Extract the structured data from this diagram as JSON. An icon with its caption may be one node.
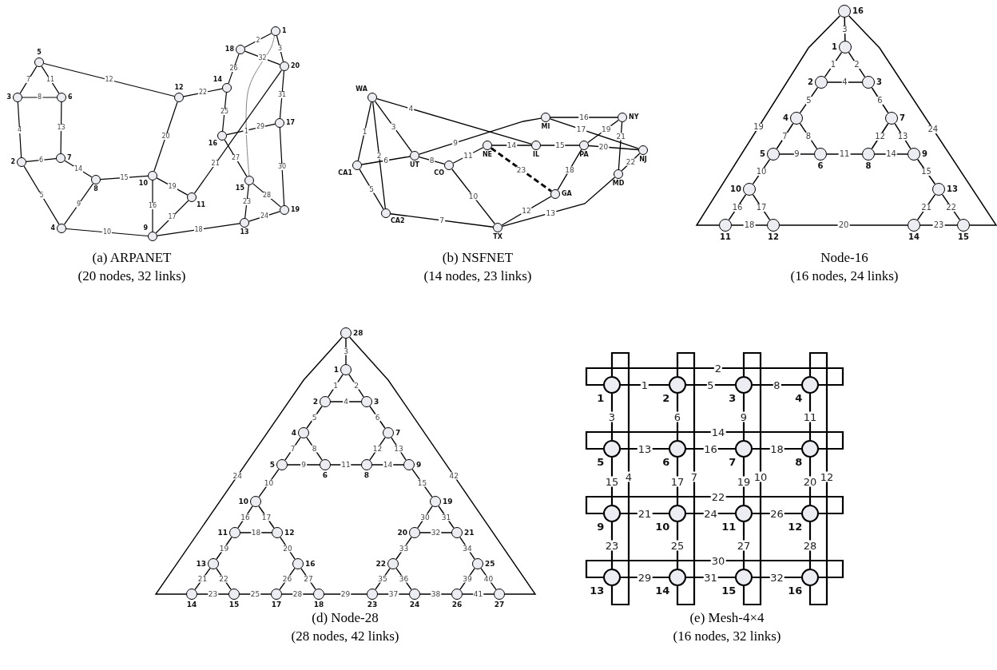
{
  "diagram": {
    "nodes": [
      {
        "text": [
          "1"
        ]
      },
      {
        "text": [
          "2"
        ]
      },
      {
        "text": [
          "3"
        ]
      },
      {
        "text": [
          "4"
        ]
      },
      {
        "text": [
          "5"
        ]
      },
      {
        "text": [
          "6"
        ]
      },
      {
        "text": [
          "7"
        ]
      },
      {
        "text": [
          "8"
        ]
      },
      {
        "text": [
          "9"
        ]
      },
      {
        "text": [
          "10"
        ]
      },
      {
        "text": [
          "11"
        ]
      },
      {
        "text": [
          "12"
        ]
      },
      {
        "text": [
          "13"
        ]
      },
      {
        "text": [
          "14"
        ]
      },
      {
        "text": [
          "15"
        ]
      },
      {
        "text": [
          "16"
        ]
      },
      {
        "text": [
          "17"
        ]
      },
      {
        "text": [
          "18"
        ]
      },
      {
        "text": [
          "19"
        ]
      },
      {
        "text": [
          "20"
        ]
      },
      {
        "text": [
          "WA"
        ]
      },
      {
        "text": [
          "CA1"
        ]
      },
      {
        "text": [
          "CA2"
        ]
      },
      {
        "text": [
          "UT"
        ]
      },
      {
        "text": [
          "CO"
        ]
      },
      {
        "text": [
          "NE"
        ]
      },
      {
        "text": [
          "IL"
        ]
      },
      {
        "text": [
          "MI"
        ]
      },
      {
        "text": [
          "TX"
        ]
      },
      {
        "text": [
          "GA"
        ]
      },
      {
        "text": [
          "PA"
        ]
      },
      {
        "text": [
          "NY"
        ]
      },
      {
        "text": [
          "MD"
        ]
      },
      {
        "text": [
          "NJ"
        ]
      },
      {
        "text": [
          "1"
        ]
      },
      {
        "text": [
          "2"
        ]
      },
      {
        "text": [
          "3"
        ]
      },
      {
        "text": [
          "4"
        ]
      },
      {
        "text": [
          "5"
        ]
      },
      {
        "text": [
          "6"
        ]
      },
      {
        "text": [
          "7"
        ]
      },
      {
        "text": [
          "8"
        ]
      },
      {
        "text": [
          "9"
        ]
      },
      {
        "text": [
          "10"
        ]
      },
      {
        "text": [
          "11"
        ]
      },
      {
        "text": [
          "12"
        ]
      },
      {
        "text": [
          "13"
        ]
      },
      {
        "text": [
          "14"
        ]
      },
      {
        "text": [
          "15"
        ]
      },
      {
        "text": [
          "16"
        ]
      },
      {
        "text": [
          "1"
        ]
      },
      {
        "text": [
          "2"
        ]
      },
      {
        "text": [
          "3"
        ]
      },
      {
        "text": [
          "4"
        ]
      },
      {
        "text": [
          "5"
        ]
      },
      {
        "text": [
          "6"
        ]
      },
      {
        "text": [
          "7"
        ]
      },
      {
        "text": [
          "8"
        ]
      },
      {
        "text": [
          "9"
        ]
      },
      {
        "text": [
          "10"
        ]
      },
      {
        "text": [
          "11"
        ]
      },
      {
        "text": [
          "12"
        ]
      },
      {
        "text": [
          "13"
        ]
      },
      {
        "text": [
          "14"
        ]
      },
      {
        "text": [
          "15"
        ]
      },
      {
        "text": [
          "16"
        ]
      },
      {
        "text": [
          "17"
        ]
      },
      {
        "text": [
          "18"
        ]
      },
      {
        "text": [
          "19"
        ]
      },
      {
        "text": [
          "20"
        ]
      },
      {
        "text": [
          "21"
        ]
      },
      {
        "text": [
          "22"
        ]
      },
      {
        "text": [
          "23"
        ]
      },
      {
        "text": [
          "24"
        ]
      },
      {
        "text": [
          "25"
        ]
      },
      {
        "text": [
          "26"
        ]
      },
      {
        "text": [
          "27"
        ]
      },
      {
        "text": [
          "28"
        ]
      },
      {
        "text": [
          "1"
        ]
      },
      {
        "text": [
          "2"
        ]
      },
      {
        "text": [
          "3"
        ]
      },
      {
        "text": [
          "4"
        ]
      },
      {
        "text": [
          "5"
        ]
      },
      {
        "text": [
          "6"
        ]
      },
      {
        "text": [
          "7"
        ]
      },
      {
        "text": [
          "8"
        ]
      },
      {
        "text": [
          "9"
        ]
      },
      {
        "text": [
          "10"
        ]
      },
      {
        "text": [
          "11"
        ]
      },
      {
        "text": [
          "12"
        ]
      },
      {
        "text": [
          "13"
        ]
      },
      {
        "text": [
          "14"
        ]
      },
      {
        "text": [
          "15"
        ]
      },
      {
        "text": [
          "16"
        ]
      }
    ],
    "edges": [
      {
        "from": 0,
        "to": 14,
        "arrow": "none",
        "label": "1",
        "color": "#808080"
      },
      {
        "from": 17,
        "to": 0,
        "arrow": "none",
        "label": "2"
      },
      {
        "from": 0,
        "to": 19,
        "arrow": "none",
        "label": "3"
      },
      {
        "from": 2,
        "to": 1,
        "arrow": "none",
        "label": "4"
      },
      {
        "from": 1,
        "to": 3,
        "arrow": "none",
        "label": "5"
      },
      {
        "from": 1,
        "to": 6,
        "arrow": "none",
        "label": "6"
      },
      {
        "from": 4,
        "to": 2,
        "arrow": "none",
        "label": "7"
      },
      {
        "from": 2,
        "to": 5,
        "arrow": "none",
        "label": "8"
      },
      {
        "from": 3,
        "to": 7,
        "arrow": "none",
        "label": "9"
      },
      {
        "from": 3,
        "to": 8,
        "arrow": "none",
        "label": "10"
      },
      {
        "from": 4,
        "to": 5,
        "arrow": "none",
        "label": "11"
      },
      {
        "from": 4,
        "to": 11,
        "arrow": "none",
        "label": "12"
      },
      {
        "from": 5,
        "to": 6,
        "arrow": "none",
        "label": "13"
      },
      {
        "from": 6,
        "to": 7,
        "arrow": "none",
        "label": "14"
      },
      {
        "from": 7,
        "to": 9,
        "arrow": "none",
        "label": "15"
      },
      {
        "from": 9,
        "to": 8,
        "arrow": "none",
        "label": "16"
      },
      {
        "from": 8,
        "to": 10,
        "arrow": "none",
        "label": "17"
      },
      {
        "from": 8,
        "to": 12,
        "arrow": "none",
        "label": "18"
      },
      {
        "from": 9,
        "to": 10,
        "arrow": "none",
        "label": "19"
      },
      {
        "from": 11,
        "to": 9,
        "arrow": "none",
        "label": "20"
      },
      {
        "from": 10,
        "to": 19,
        "arrow": "none",
        "label": "21"
      },
      {
        "from": 11,
        "to": 13,
        "arrow": "none",
        "label": "22"
      },
      {
        "from": 14,
        "to": 12,
        "arrow": "none",
        "label": "23"
      },
      {
        "from": 12,
        "to": 18,
        "arrow": "none",
        "label": "24"
      },
      {
        "from": 13,
        "to": 15,
        "arrow": "none",
        "label": "25"
      },
      {
        "from": 17,
        "to": 13,
        "arrow": "none",
        "label": "26"
      },
      {
        "from": 15,
        "to": 14,
        "arrow": "none",
        "label": "27"
      },
      {
        "from": 14,
        "to": 18,
        "arrow": "none",
        "label": "28"
      },
      {
        "from": 15,
        "to": 16,
        "arrow": "none",
        "label": "29"
      },
      {
        "from": 16,
        "to": 18,
        "arrow": "none",
        "label": "30"
      },
      {
        "from": 19,
        "to": 16,
        "arrow": "none",
        "label": "31"
      },
      {
        "from": 17,
        "to": 19,
        "arrow": "none",
        "label": "32"
      },
      {
        "from": 20,
        "to": 21,
        "arrow": "none",
        "label": "1"
      },
      {
        "from": 20,
        "to": 22,
        "arrow": "none",
        "label": "2"
      },
      {
        "from": 20,
        "to": 23,
        "arrow": "none",
        "label": "3"
      },
      {
        "from": 20,
        "to": 26,
        "arrow": "none",
        "label": "4"
      },
      {
        "from": 21,
        "to": 22,
        "arrow": "none",
        "label": "5"
      },
      {
        "from": 21,
        "to": 23,
        "arrow": "none",
        "label": "6"
      },
      {
        "from": 22,
        "to": 28,
        "arrow": "none",
        "label": "7"
      },
      {
        "from": 23,
        "to": 24,
        "arrow": "none",
        "label": "8"
      },
      {
        "from": 23,
        "to": 27,
        "arrow": "none",
        "label": "9"
      },
      {
        "from": 24,
        "to": 28,
        "arrow": "none",
        "label": "10"
      },
      {
        "from": 24,
        "to": 25,
        "arrow": "none",
        "label": "11"
      },
      {
        "from": 28,
        "to": 29,
        "arrow": "none",
        "label": "12"
      },
      {
        "from": 28,
        "to": 32,
        "arrow": "none",
        "label": "13"
      },
      {
        "from": 25,
        "to": 26,
        "arrow": "none",
        "label": "14"
      },
      {
        "from": 26,
        "to": 30,
        "arrow": "none",
        "label": "15"
      },
      {
        "from": 27,
        "to": 31,
        "arrow": "none",
        "label": "16"
      },
      {
        "from": 27,
        "to": 33,
        "arrow": "none",
        "label": "17"
      },
      {
        "from": 29,
        "to": 30,
        "arrow": "none",
        "label": "18"
      },
      {
        "from": 30,
        "to": 31,
        "arrow": "none",
        "label": "19"
      },
      {
        "from": 30,
        "to": 33,
        "arrow": "none",
        "label": "20"
      },
      {
        "from": 31,
        "to": 32,
        "arrow": "none",
        "label": "21"
      },
      {
        "from": 32,
        "to": 33,
        "arrow": "none",
        "label": "22"
      },
      {
        "from": 25,
        "to": 29,
        "arrow": "none",
        "label": "23",
        "style": "dashed"
      },
      {
        "from": 34,
        "to": 35,
        "arrow": "none",
        "label": "1"
      },
      {
        "from": 34,
        "to": 36,
        "arrow": "none",
        "label": "2"
      },
      {
        "from": 49,
        "to": 34,
        "arrow": "none",
        "label": "3"
      },
      {
        "from": 35,
        "to": 36,
        "arrow": "none",
        "label": "4"
      },
      {
        "from": 35,
        "to": 37,
        "arrow": "none",
        "label": "5"
      },
      {
        "from": 36,
        "to": 40,
        "arrow": "none",
        "label": "6"
      },
      {
        "from": 37,
        "to": 38,
        "arrow": "none",
        "label": "7"
      },
      {
        "from": 37,
        "to": 39,
        "arrow": "none",
        "label": "8"
      },
      {
        "from": 38,
        "to": 39,
        "arrow": "none",
        "label": "9"
      },
      {
        "from": 38,
        "to": 43,
        "arrow": "none",
        "label": "10"
      },
      {
        "from": 39,
        "to": 41,
        "arrow": "none",
        "label": "11"
      },
      {
        "from": 40,
        "to": 41,
        "arrow": "none",
        "label": "12"
      },
      {
        "from": 40,
        "to": 42,
        "arrow": "none",
        "label": "13"
      },
      {
        "from": 41,
        "to": 42,
        "arrow": "none",
        "label": "14"
      },
      {
        "from": 42,
        "to": 46,
        "arrow": "none",
        "label": "15"
      },
      {
        "from": 43,
        "to": 44,
        "arrow": "none",
        "label": "16"
      },
      {
        "from": 43,
        "to": 45,
        "arrow": "none",
        "label": "17"
      },
      {
        "from": 44,
        "to": 45,
        "arrow": "none",
        "label": "18"
      },
      {
        "from": 49,
        "to": 44,
        "arrow": "none",
        "label": "19"
      },
      {
        "from": 45,
        "to": 47,
        "arrow": "none",
        "label": "20"
      },
      {
        "from": 46,
        "to": 47,
        "arrow": "none",
        "label": "21"
      },
      {
        "from": 46,
        "to": 48,
        "arrow": "none",
        "label": "22"
      },
      {
        "from": 47,
        "to": 48,
        "arrow": "none",
        "label": "23"
      },
      {
        "from": 49,
        "to": 48,
        "arrow": "none",
        "label": "24"
      },
      {
        "from": 50,
        "to": 51,
        "arrow": "none",
        "label": "1"
      },
      {
        "from": 50,
        "to": 52,
        "arrow": "none",
        "label": "2"
      },
      {
        "from": 77,
        "to": 50,
        "arrow": "none",
        "label": "3"
      },
      {
        "from": 51,
        "to": 52,
        "arrow": "none",
        "label": "4"
      },
      {
        "from": 51,
        "to": 53,
        "arrow": "none",
        "label": "5"
      },
      {
        "from": 52,
        "to": 56,
        "arrow": "none",
        "label": "6"
      },
      {
        "from": 53,
        "to": 54,
        "arrow": "none",
        "label": "7"
      },
      {
        "from": 53,
        "to": 55,
        "arrow": "none",
        "label": "8"
      },
      {
        "from": 54,
        "to": 55,
        "arrow": "none",
        "label": "9"
      },
      {
        "from": 54,
        "to": 59,
        "arrow": "none",
        "label": "10"
      },
      {
        "from": 55,
        "to": 57,
        "arrow": "none",
        "label": "11"
      },
      {
        "from": 56,
        "to": 57,
        "arrow": "none",
        "label": "12"
      },
      {
        "from": 56,
        "to": 58,
        "arrow": "none",
        "label": "13"
      },
      {
        "from": 57,
        "to": 58,
        "arrow": "none",
        "label": "14"
      },
      {
        "from": 58,
        "to": 68,
        "arrow": "none",
        "label": "15"
      },
      {
        "from": 59,
        "to": 60,
        "arrow": "none",
        "label": "16"
      },
      {
        "from": 59,
        "to": 61,
        "arrow": "none",
        "label": "17"
      },
      {
        "from": 60,
        "to": 61,
        "arrow": "none",
        "label": "18"
      },
      {
        "from": 60,
        "to": 62,
        "arrow": "none",
        "label": "19"
      },
      {
        "from": 61,
        "to": 65,
        "arrow": "none",
        "label": "20"
      },
      {
        "from": 62,
        "to": 63,
        "arrow": "none",
        "label": "21"
      },
      {
        "from": 62,
        "to": 64,
        "arrow": "none",
        "label": "22"
      },
      {
        "from": 63,
        "to": 64,
        "arrow": "none",
        "label": "23"
      },
      {
        "from": 77,
        "to": 63,
        "arrow": "none",
        "label": "24"
      },
      {
        "from": 64,
        "to": 66,
        "arrow": "none",
        "label": "25"
      },
      {
        "from": 65,
        "to": 66,
        "arrow": "none",
        "label": "26"
      },
      {
        "from": 65,
        "to": 67,
        "arrow": "none",
        "label": "27"
      },
      {
        "from": 66,
        "to": 67,
        "arrow": "none",
        "label": "28"
      },
      {
        "from": 67,
        "to": 72,
        "arrow": "none",
        "label": "29"
      },
      {
        "from": 68,
        "to": 69,
        "arrow": "none",
        "label": "30"
      },
      {
        "from": 68,
        "to": 70,
        "arrow": "none",
        "label": "31"
      },
      {
        "from": 69,
        "to": 70,
        "arrow": "none",
        "label": "32"
      },
      {
        "from": 69,
        "to": 71,
        "arrow": "none",
        "label": "33"
      },
      {
        "from": 70,
        "to": 74,
        "arrow": "none",
        "label": "34"
      },
      {
        "from": 71,
        "to": 72,
        "arrow": "none",
        "label": "35"
      },
      {
        "from": 71,
        "to": 73,
        "arrow": "none",
        "label": "36"
      },
      {
        "from": 72,
        "to": 73,
        "arrow": "none",
        "label": "37"
      },
      {
        "from": 73,
        "to": 75,
        "arrow": "none",
        "label": "38"
      },
      {
        "from": 74,
        "to": 75,
        "arrow": "none",
        "label": "39"
      },
      {
        "from": 74,
        "to": 76,
        "arrow": "none",
        "label": "40"
      },
      {
        "from": 75,
        "to": 76,
        "arrow": "none",
        "label": "41"
      },
      {
        "from": 77,
        "to": 76,
        "arrow": "none",
        "label": "42"
      },
      {
        "from": 78,
        "to": 79,
        "arrow": "none",
        "label": "1"
      },
      {
        "from": 78,
        "to": 81,
        "arrow": "none",
        "label": "2"
      },
      {
        "from": 78,
        "to": 82,
        "arrow": "none",
        "label": "3"
      },
      {
        "from": 78,
        "to": 90,
        "arrow": "none",
        "label": "4"
      },
      {
        "from": 79,
        "to": 80,
        "arrow": "none",
        "label": "5"
      },
      {
        "from": 79,
        "to": 83,
        "arrow": "none",
        "label": "6"
      },
      {
        "from": 79,
        "to": 91,
        "arrow": "none",
        "label": "7"
      },
      {
        "from": 80,
        "to": 81,
        "arrow": "none",
        "label": "8"
      },
      {
        "from": 80,
        "to": 84,
        "arrow": "none",
        "label": "9"
      },
      {
        "from": 80,
        "to": 92,
        "arrow": "none",
        "label": "10"
      },
      {
        "from": 81,
        "to": 85,
        "arrow": "none",
        "label": "11"
      },
      {
        "from": 81,
        "to": 93,
        "arrow": "none",
        "label": "12"
      },
      {
        "from": 82,
        "to": 83,
        "arrow": "none",
        "label": "13"
      },
      {
        "from": 82,
        "to": 85,
        "arrow": "none",
        "label": "14"
      },
      {
        "from": 82,
        "to": 86,
        "arrow": "none",
        "label": "15"
      },
      {
        "from": 83,
        "to": 84,
        "arrow": "none",
        "label": "16"
      },
      {
        "from": 83,
        "to": 87,
        "arrow": "none",
        "label": "17"
      },
      {
        "from": 84,
        "to": 85,
        "arrow": "none",
        "label": "18"
      },
      {
        "from": 84,
        "to": 88,
        "arrow": "none",
        "label": "19"
      },
      {
        "from": 85,
        "to": 89,
        "arrow": "none",
        "label": "20"
      },
      {
        "from": 86,
        "to": 87,
        "arrow": "none",
        "label": "21"
      },
      {
        "from": 86,
        "to": 89,
        "arrow": "none",
        "label": "22"
      },
      {
        "from": 86,
        "to": 90,
        "arrow": "none",
        "label": "23"
      },
      {
        "from": 87,
        "to": 88,
        "arrow": "none",
        "label": "24"
      },
      {
        "from": 87,
        "to": 91,
        "arrow": "none",
        "label": "25"
      },
      {
        "from": 88,
        "to": 89,
        "arrow": "none",
        "label": "26"
      },
      {
        "from": 88,
        "to": 92,
        "arrow": "none",
        "label": "27"
      },
      {
        "from": 89,
        "to": 93,
        "arrow": "none",
        "label": "28"
      },
      {
        "from": 90,
        "to": 91,
        "arrow": "none",
        "label": "29"
      },
      {
        "from": 90,
        "to": 93,
        "arrow": "none",
        "label": "30"
      },
      {
        "from": 91,
        "to": 92,
        "arrow": "none",
        "label": "31"
      },
      {
        "from": 92,
        "to": 93,
        "arrow": "none",
        "label": "32"
      }
    ],
    "labels": [
      "(a) ARPANET",
      "(20 nodes, 32 links)",
      "(b) NSFNET",
      "(14 nodes, 23 links)",
      "Node-16",
      "(16 nodes, 24 links)",
      "(d) Node-28",
      "(28 nodes, 42 links)",
      "(e) Mesh-4×4",
      "(16 nodes, 32 links)"
    ]
  }
}
